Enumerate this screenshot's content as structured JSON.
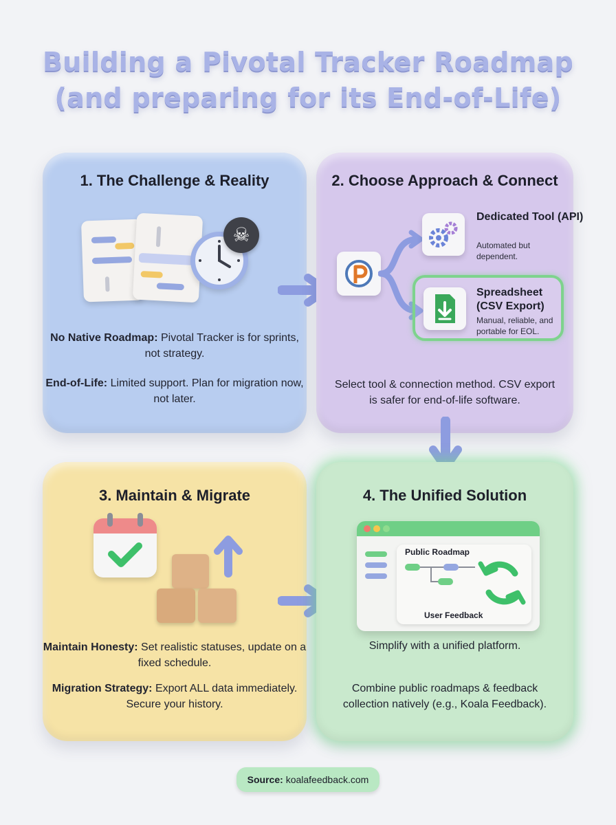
{
  "title": {
    "line1": "Building a Pivotal Tracker Roadmap",
    "line2": "(and preparing for its End-of-Life)"
  },
  "panels": [
    {
      "heading": "1. The Challenge & Reality",
      "items": [
        {
          "label": "No Native Roadmap:",
          "text": "Pivotal Tracker is for sprints, not strategy."
        },
        {
          "label": "End-of-Life:",
          "text": "Limited support. Plan for migration now, not later."
        }
      ],
      "icons": [
        "fragmented-document-icon",
        "clock-icon",
        "skull-icon"
      ]
    },
    {
      "heading": "2. Choose Approach & Connect",
      "options": [
        {
          "title": "Dedicated Tool (API)",
          "subtitle": "Automated but dependent.",
          "icon": "gears-icon"
        },
        {
          "title": "Spreadsheet (CSV Export)",
          "subtitle": "Manual, reliable, and portable for EOL.",
          "icon": "download-file-icon"
        }
      ],
      "text": "Select tool & connection method. CSV export is safer for end-of-life software.",
      "icons": [
        "pivotal-tracker-logo-icon"
      ]
    },
    {
      "heading": "3. Maintain & Migrate",
      "items": [
        {
          "label": "Maintain Honesty:",
          "text": "Set realistic statuses, update on a fixed schedule."
        },
        {
          "label": "Migration Strategy:",
          "text": "Export ALL data immediately. Secure your history."
        }
      ],
      "icons": [
        "calendar-check-icon",
        "boxes-icon",
        "up-arrow-icon"
      ]
    },
    {
      "heading": "4. The Unified Solution",
      "window": {
        "label_top": "Public Roadmap",
        "label_bottom": "User Feedback"
      },
      "text1": "Simplify with a unified platform.",
      "text2": "Combine public roadmaps & feedback collection natively (e.g., Koala Feedback).",
      "icons": [
        "browser-window-icon",
        "sync-arrows-icon"
      ]
    }
  ],
  "source": {
    "label": "Source:",
    "value": "koalafeedback.com"
  },
  "colors": {
    "panel1": "#b8cdf0",
    "panel2": "#d6c8ec",
    "panel3": "#f6e3a6",
    "panel4": "#c9e9cd",
    "arrow": "#8d9ce0",
    "accent_green": "#6fcf86"
  }
}
